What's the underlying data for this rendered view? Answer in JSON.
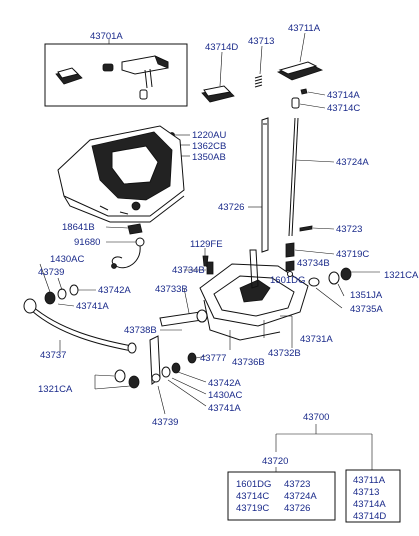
{
  "callouts": {
    "c43701A": "43701A",
    "c43714D": "43714D",
    "c43713": "43713",
    "c43711A": "43711A",
    "c43714A": "43714A",
    "c43714C": "43714C",
    "c1220AU": "1220AU",
    "c1362CB": "1362CB",
    "c1350AB": "1350AB",
    "c43724A": "43724A",
    "c43726": "43726",
    "c18641B": "18641B",
    "c91680": "91680",
    "c43723": "43723",
    "c1129FE": "1129FE",
    "c43719C": "43719C",
    "c1430AC_top": "1430AC",
    "c43739_top": "43739",
    "c43742A_top": "43742A",
    "c43741A_top": "43741A",
    "c43734B_left": "43734B",
    "c43734B_right": "43734B",
    "c1601DG": "1601DG",
    "c1321CA_right": "1321CA",
    "c1351JA": "1351JA",
    "c43735A": "43735A",
    "c43733B": "43733B",
    "c43731A": "43731A",
    "c43737": "43737",
    "c43738B": "43738B",
    "c43732B": "43732B",
    "c43736B": "43736B",
    "c43777": "43777",
    "c1321CA_left": "1321CA",
    "c43742A_bot": "43742A",
    "c1430AC_bot": "1430AC",
    "c43741A_bot": "43741A",
    "c43739_bot": "43739"
  },
  "tree": {
    "root": "43700",
    "branch_left": "43720",
    "left_items": [
      "1601DG",
      "43723",
      "43714C",
      "43724A",
      "43719C",
      "43726"
    ],
    "right_items": [
      "43711A",
      "43713",
      "43714A",
      "43714D"
    ]
  }
}
